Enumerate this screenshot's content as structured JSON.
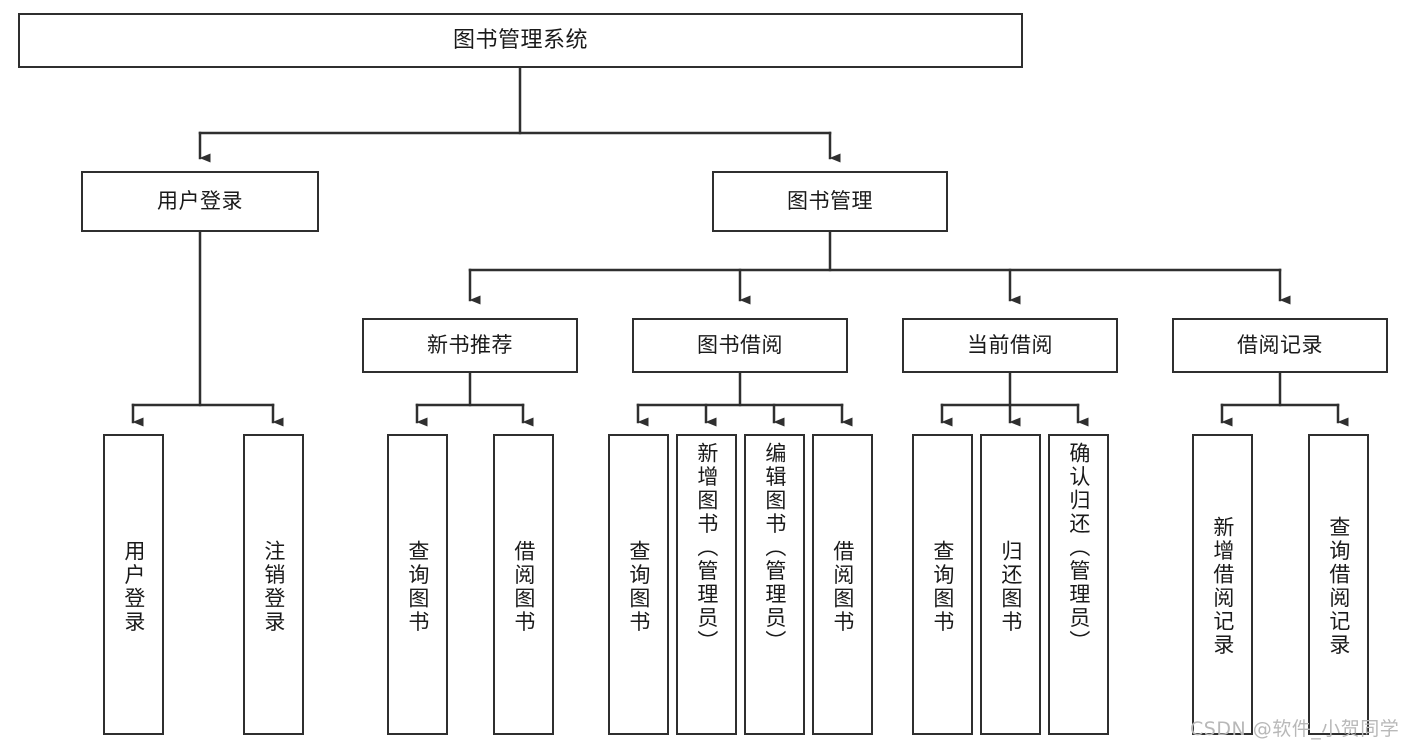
{
  "diagram": {
    "type": "tree-hierarchy-diagram",
    "title_node": {
      "id": "root",
      "label": "图书管理系统"
    },
    "level2": [
      {
        "id": "user-login",
        "label": "用户登录"
      },
      {
        "id": "book-manage",
        "label": "图书管理"
      }
    ],
    "level3": [
      {
        "id": "new-book-recommend",
        "label": "新书推荐"
      },
      {
        "id": "book-borrow",
        "label": "图书借阅"
      },
      {
        "id": "current-borrow",
        "label": "当前借阅"
      },
      {
        "id": "borrow-record",
        "label": "借阅记录"
      }
    ],
    "leaves": {
      "user_login": [
        {
          "id": "leaf-user-login",
          "label": "用户登录"
        },
        {
          "id": "leaf-logout",
          "label": "注销登录"
        }
      ],
      "new_book_recommend": [
        {
          "id": "leaf-query-book-1",
          "label": "查询图书"
        },
        {
          "id": "leaf-borrow-book-1",
          "label": "借阅图书"
        }
      ],
      "book_borrow": [
        {
          "id": "leaf-query-book-2",
          "label": "查询图书"
        },
        {
          "id": "leaf-add-book",
          "label": "新增图书（管理员）"
        },
        {
          "id": "leaf-edit-book",
          "label": "编辑图书（管理员）"
        },
        {
          "id": "leaf-borrow-book-2",
          "label": "借阅图书"
        }
      ],
      "current_borrow": [
        {
          "id": "leaf-query-book-3",
          "label": "查询图书"
        },
        {
          "id": "leaf-return-book",
          "label": "归还图书"
        },
        {
          "id": "leaf-confirm-return",
          "label": "确认归还（管理员）"
        }
      ],
      "borrow_record": [
        {
          "id": "leaf-add-record",
          "label": "新增借阅记录"
        },
        {
          "id": "leaf-query-record",
          "label": "查询借阅记录"
        }
      ]
    }
  },
  "watermark": {
    "text": "CSDN @软件_小贺同学"
  },
  "colors": {
    "stroke": "#2f2f2f",
    "background": "#ffffff",
    "text": "#1a1a1a",
    "watermark": "#b8b8b8"
  }
}
